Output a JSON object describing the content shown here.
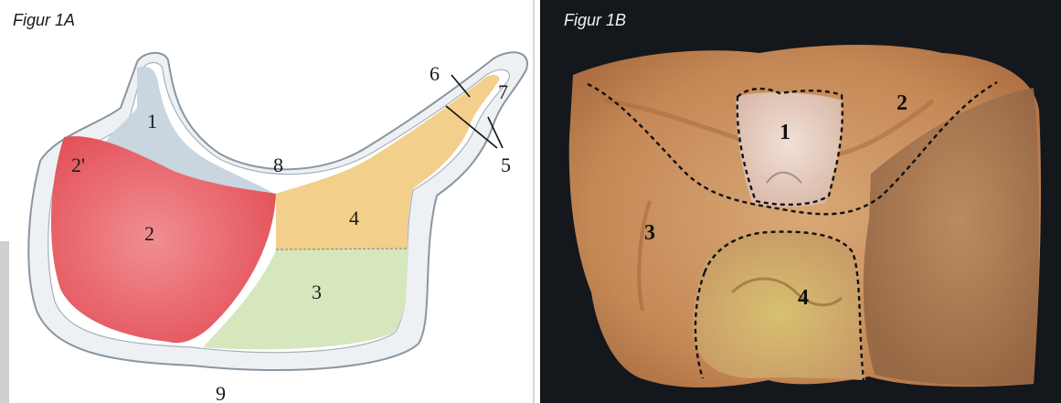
{
  "panel_a": {
    "title": "Figur 1A",
    "labels": {
      "l1": "1",
      "l2": "2",
      "l2p": "2'",
      "l3": "3",
      "l4": "4",
      "l5": "5",
      "l6": "6",
      "l7": "7",
      "l8": "8",
      "l9": "9"
    },
    "colors": {
      "region_1": "#c6d3dd",
      "region_2": "#e9636a",
      "region_3": "#d6e6bd",
      "region_4": "#f3cf8c",
      "wall": "#eef1f4"
    }
  },
  "panel_b": {
    "title": "Figur 1B",
    "labels": {
      "l1": "1",
      "l2": "2",
      "l3": "3",
      "l4": "4"
    },
    "colors": {
      "background": "#14171c",
      "tissue": "#c98f5c",
      "region_1": "#e8cfc2"
    }
  }
}
